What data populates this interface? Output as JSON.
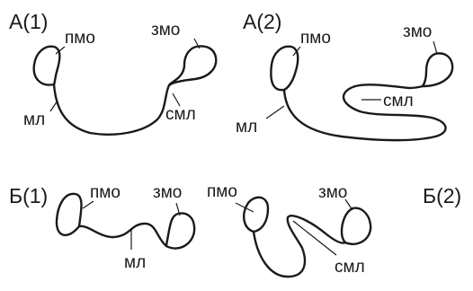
{
  "panels": {
    "a1": {
      "title": "А(1)",
      "labels": {
        "pmo": "пмо",
        "zmo": "змо",
        "ml": "мл",
        "sml": "смл"
      }
    },
    "a2": {
      "title": "А(2)",
      "labels": {
        "pmo": "пмо",
        "zmo": "змо",
        "ml": "мл",
        "sml": "смл"
      }
    },
    "b1": {
      "title": "Б(1)",
      "labels": {
        "pmo": "пмо",
        "zmo": "змо",
        "ml": "мл"
      }
    },
    "b2": {
      "title": "Б(2)",
      "labels": {
        "pmo": "пмо",
        "zmo": "змо",
        "sml": "смл"
      }
    }
  },
  "colors": {
    "ink": "#1a1a1a",
    "background": "#ffffff"
  }
}
